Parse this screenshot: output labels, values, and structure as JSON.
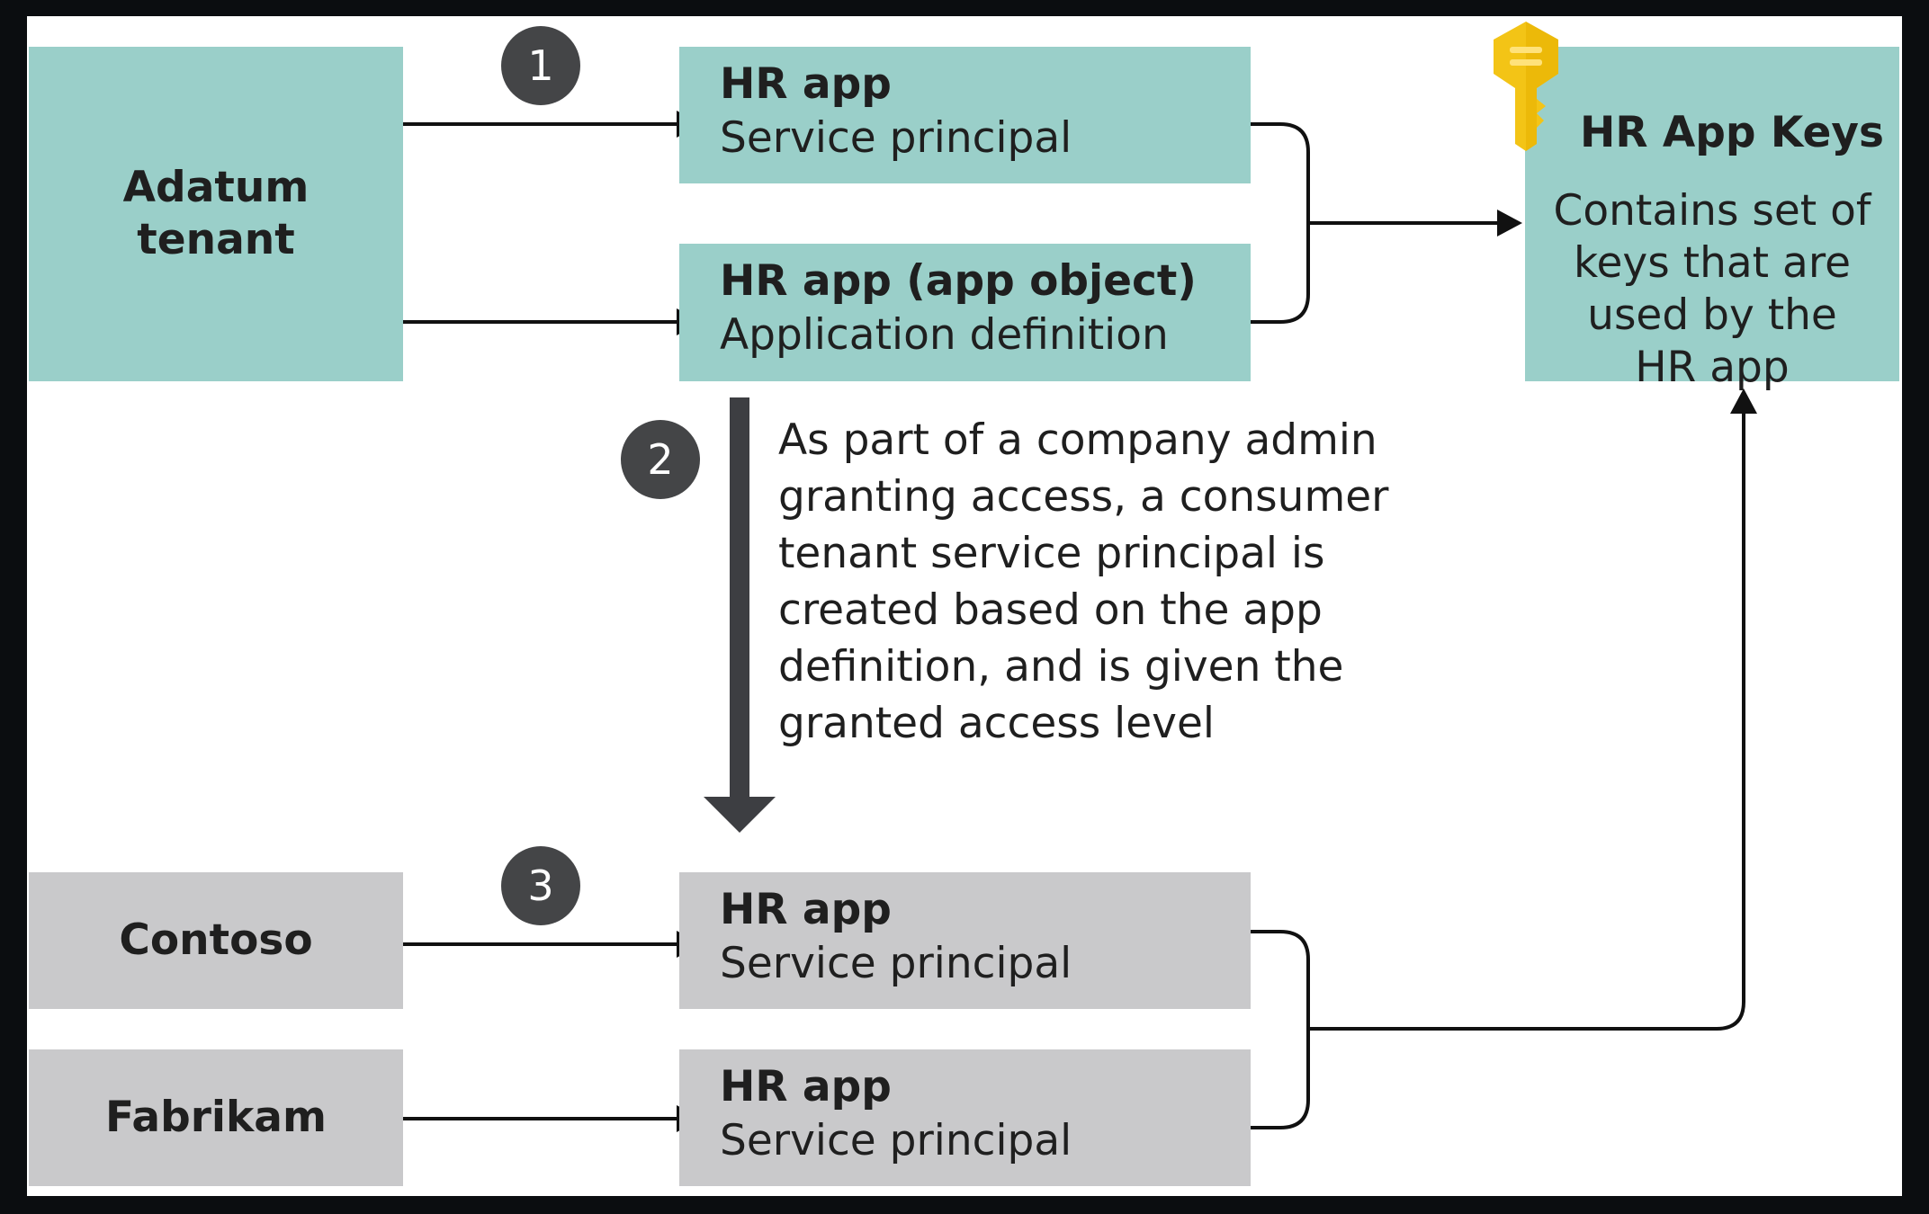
{
  "steps": {
    "one": "1",
    "two": "2",
    "three": "3"
  },
  "adatum": {
    "label_line1": "Adatum",
    "label_line2": "tenant"
  },
  "hr_app_sp": {
    "title": "HR app",
    "subtitle": "Service principal"
  },
  "hr_app_object": {
    "title": "HR app (app object)",
    "subtitle": "Application definition"
  },
  "keys": {
    "title": "HR App Keys",
    "desc_line1": "Contains set of",
    "desc_line2": "keys that are",
    "desc_line3": "used by the",
    "desc_line4": "HR app"
  },
  "step2_text": {
    "line1": "As part of a company admin",
    "line2": "granting access, a consumer",
    "line3": "tenant service principal is",
    "line4": "created based on the app",
    "line5": "definition, and is given the",
    "line6": "granted access level"
  },
  "contoso": {
    "label": "Contoso",
    "app_title": "HR app",
    "app_subtitle": "Service principal"
  },
  "fabrikam": {
    "label": "Fabrikam",
    "app_title": "HR app",
    "app_subtitle": "Service principal"
  },
  "colors": {
    "teal": "#9acfc9",
    "grey": "#c9c9cb",
    "step_badge": "#444547",
    "key_gold": "#f3c416",
    "frame": "#0b0d10"
  },
  "icons": {
    "key": "key-icon"
  }
}
